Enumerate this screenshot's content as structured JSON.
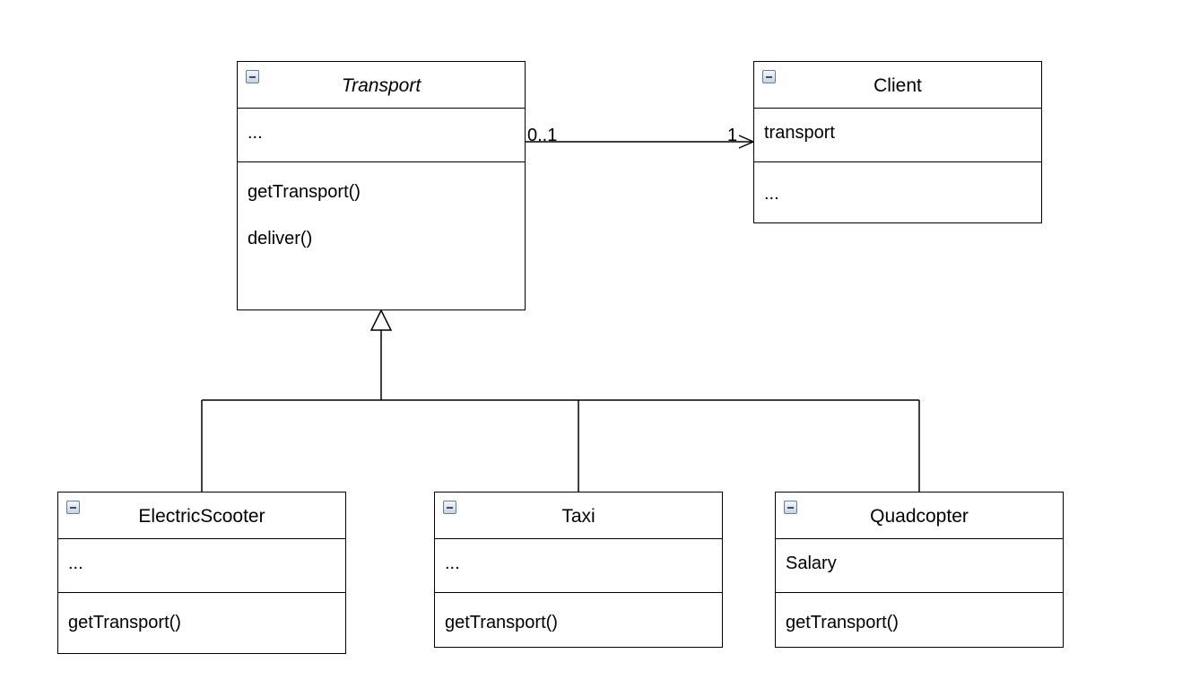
{
  "diagram": {
    "classes": {
      "transport": {
        "name": "Transport",
        "attributes": [
          "..."
        ],
        "operations": [
          "getTransport()",
          "deliver()"
        ]
      },
      "client": {
        "name": "Client",
        "attributes": [
          "transport"
        ],
        "operations": [
          "..."
        ]
      },
      "electric_scooter": {
        "name": "ElectricScooter",
        "attributes": [
          "..."
        ],
        "operations": [
          "getTransport()"
        ]
      },
      "taxi": {
        "name": "Taxi",
        "attributes": [
          "..."
        ],
        "operations": [
          "getTransport()"
        ]
      },
      "quadcopter": {
        "name": "Quadcopter",
        "attributes": [
          "Salary"
        ],
        "operations": [
          "getTransport()"
        ]
      }
    },
    "association": {
      "source_multiplicity": "0..1",
      "target_multiplicity": "1"
    }
  },
  "colors": {
    "line": "#000000",
    "box_fill": "#ffffff",
    "icon_border": "#6a7d93"
  }
}
